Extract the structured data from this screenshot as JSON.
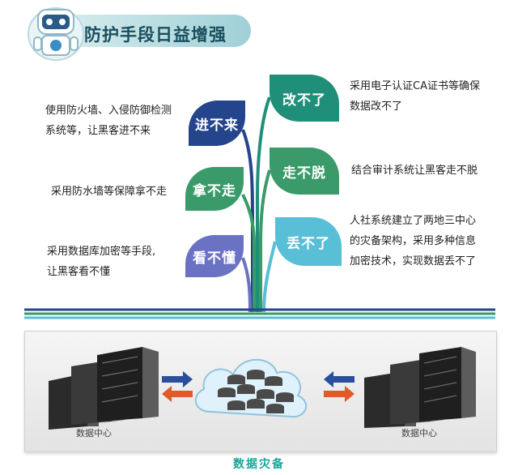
{
  "header": {
    "title": "防护手段日益增强"
  },
  "left_items": [
    {
      "leaf": "进不来",
      "desc_lines": [
        "使用防火墙、入侵防御检测",
        "系统等，让黑客进不来"
      ]
    },
    {
      "leaf": "拿不走",
      "desc_lines": [
        "采用防水墙等保障拿不走"
      ]
    },
    {
      "leaf": "看不懂",
      "desc_lines": [
        "采用数据库加密等手段,",
        "让黑客看不懂"
      ]
    }
  ],
  "right_items": [
    {
      "leaf": "改不了",
      "desc_lines": [
        "采用电子认证CA证书等确保",
        "数据改不了"
      ]
    },
    {
      "leaf": "走不脱",
      "desc_lines": [
        "结合审计系统让黑客走不脱"
      ]
    },
    {
      "leaf": "丢不了",
      "desc_lines": [
        "人社系统建立了两地三中心",
        "的灾备架构，采用多种信息",
        "加密技术，实现数据丢不了"
      ]
    }
  ],
  "diagram": {
    "left_dc_label": "数据中心",
    "right_dc_label": "数据中心",
    "caption": "数据灾备"
  },
  "colors": {
    "navy": "#24448c",
    "green": "#3a9a6a",
    "purple": "#6b72c4",
    "teal": "#1f8f7a",
    "cyan": "#59bfd6",
    "arrow_red": "#e05a2a",
    "arrow_blue": "#2a4e9c"
  }
}
